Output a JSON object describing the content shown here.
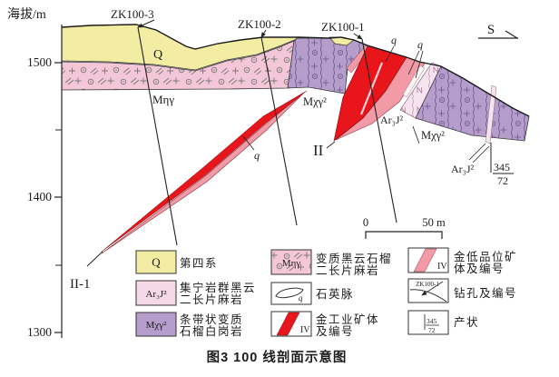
{
  "axis": {
    "title": "海拔/m",
    "t1500": "1500",
    "t1400": "1400",
    "t1300": "1300"
  },
  "compass": "S",
  "scalebar": {
    "start": "0",
    "end": "50 m"
  },
  "boreholes": {
    "zk3": "ZK100-3",
    "zk2": "ZK100-2",
    "zk1": "ZK100-1"
  },
  "labels": {
    "Q": "Q",
    "Mhg": "Mηγ",
    "Mxg": "Mχγ²",
    "ArJ": "Ar₃J²",
    "q": "q",
    "oreII": "II",
    "oreII1": "II-1",
    "att_num": "345",
    "att_den": "72"
  },
  "legend": {
    "quaternary": {
      "sym": "Q",
      "line1": "第四系",
      "line2": ""
    },
    "arj": {
      "sym": "Ar₃J²",
      "line1": "集宁岩群黑云",
      "line2": "二长片麻岩"
    },
    "mxg": {
      "sym": "Mχγ²",
      "line1": "条带状变质",
      "line2": "石榴白岗岩"
    },
    "mhg": {
      "sym": "Mηγ",
      "line1": "变质黑云石榴",
      "line2": "二长片麻岩"
    },
    "quartz": {
      "sym": "q",
      "line1": "石英脉",
      "line2": ""
    },
    "ore_ind": {
      "sym": "IV",
      "line1": "金工业矿体",
      "line2": "及编号"
    },
    "ore_low": {
      "sym": "IV",
      "line1": "金低品位矿",
      "line2": "体及编号"
    },
    "drill": {
      "sym": "ZK100-1",
      "line1": "钻孔及编号",
      "line2": ""
    },
    "attitude": {
      "num": "345",
      "den": "72",
      "line1": "产状",
      "line2": ""
    }
  },
  "caption": "图3  100 线剖面示意图",
  "colors": {
    "quaternary": "#f2eda2",
    "mhg_pink": "#f3c7d7",
    "mxg_purple": "#b59ecb",
    "arj_pale": "#f7e3ef",
    "ore_red": "#e8151b",
    "ore_pink": "#f29aa6"
  }
}
